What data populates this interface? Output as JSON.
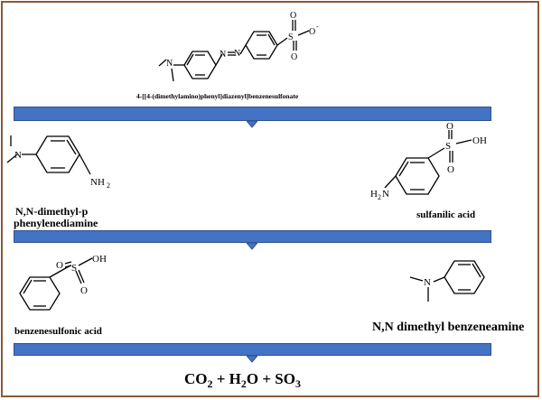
{
  "compounds": {
    "methyl_orange": {
      "name": "4-[[4-(dimethylamino)phenyl]diazenyl]benzenesulfonate",
      "atoms": {
        "N_amine": "N",
        "N1": "N",
        "N2": "N",
        "S": "S",
        "O_top": "O",
        "O_minus": "O",
        "charge": "-",
        "O_bottom": "O"
      }
    },
    "dmppd": {
      "name_line1": "N,N-dimethyl-p",
      "name_line2": "phenylenediamine",
      "atoms": {
        "N": "N",
        "NH": "NH",
        "NH_sub": "2"
      }
    },
    "sulfanilic": {
      "name": "sulfanilic acid",
      "atoms": {
        "S": "S",
        "O_top": "O",
        "OH": "OH",
        "O_bottom": "O",
        "H": "H",
        "H_sub": "2",
        "N": "N"
      }
    },
    "benzenesulfonic": {
      "name": "benzenesulfonic acid",
      "atoms": {
        "S": "S",
        "OH": "OH",
        "O_left": "O",
        "O_bottom": "O"
      }
    },
    "dimethylaniline": {
      "name": "N,N dimethyl benzeneamine",
      "atoms": {
        "N": "N"
      }
    }
  },
  "products": {
    "co2": {
      "text": "CO",
      "sub": "2"
    },
    "plus1": "+",
    "h2o": {
      "h": "H",
      "sub": "2",
      "o": "O"
    },
    "plus2": "+",
    "so3": {
      "text": "SO",
      "sub": "3"
    }
  },
  "colors": {
    "arrow": "#4472c4",
    "arrow_border": "#2f528f",
    "frame": "#8a5a3b"
  }
}
